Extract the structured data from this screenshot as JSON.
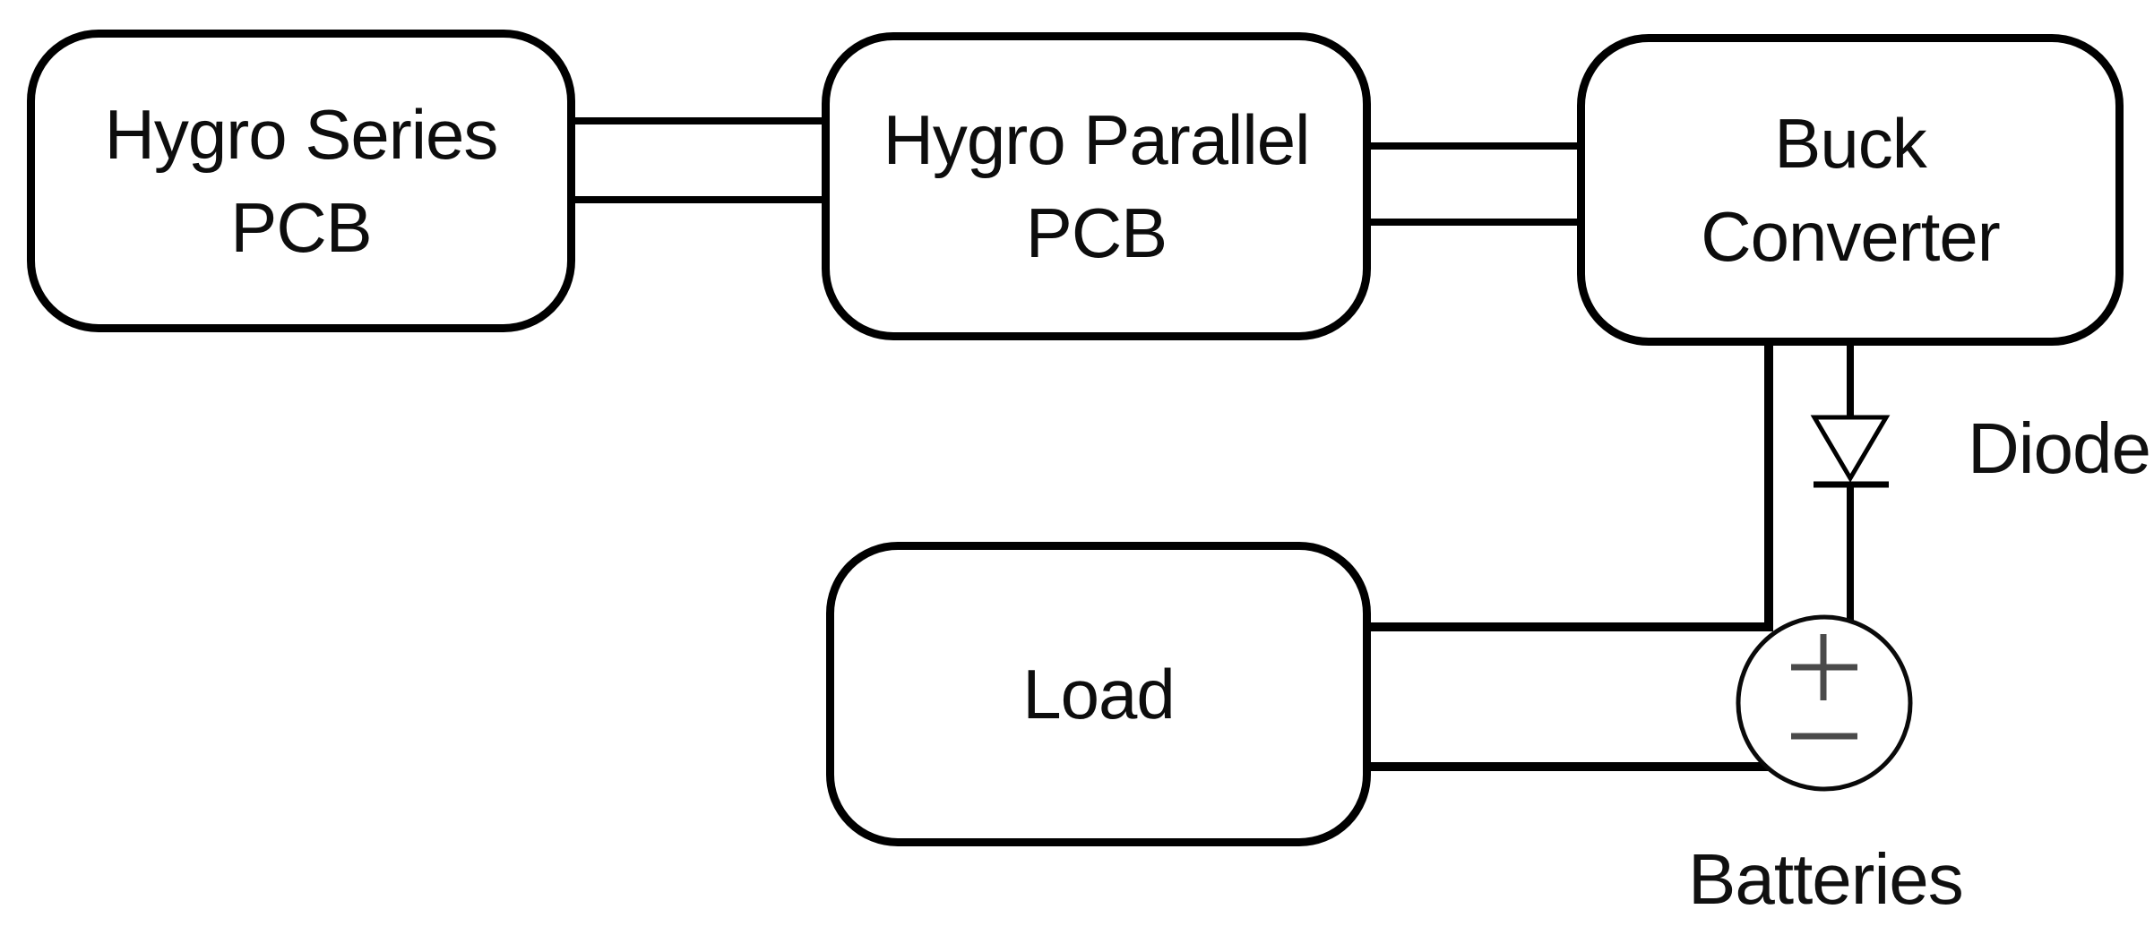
{
  "diagram": {
    "type": "block-diagram",
    "background": "#ffffff",
    "line_color": "#000000",
    "battery_symbol_color": "#4a4a4a",
    "blocks": [
      {
        "id": "hygro-series-pcb",
        "label": "Hygro Series\nPCB"
      },
      {
        "id": "hygro-parallel-pcb",
        "label": "Hygro Parallel\nPCB"
      },
      {
        "id": "buck-converter",
        "label": "Buck\nConverter"
      },
      {
        "id": "load",
        "label": "Load"
      }
    ],
    "annotations": {
      "diode": "Diode",
      "batteries": "Batteries"
    },
    "battery_symbol": {
      "plus": "+",
      "minus": "−"
    },
    "connections": [
      {
        "from": "hygro-series-pcb",
        "to": "hygro-parallel-pcb",
        "wires": 2
      },
      {
        "from": "hygro-parallel-pcb",
        "to": "buck-converter",
        "wires": 2
      },
      {
        "from": "buck-converter",
        "to": "batteries",
        "via": "diode",
        "wires": 1
      },
      {
        "from": "buck-converter",
        "to": "load",
        "wires": 1
      },
      {
        "from": "load",
        "to": "batteries",
        "wires": 1
      }
    ]
  }
}
